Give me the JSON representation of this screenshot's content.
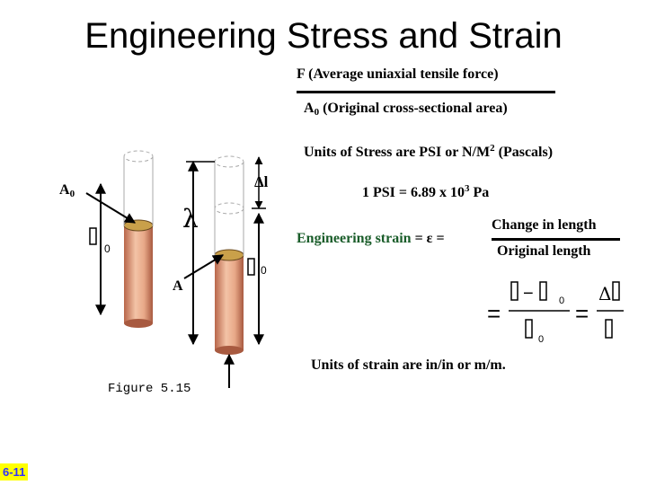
{
  "title": "Engineering Stress and Strain",
  "stress": {
    "numerator": "F (Average uniaxial tensile force)",
    "denominator_symbol": "A",
    "denominator_sub": "0",
    "denominator_text": " (Original cross-sectional area)",
    "units_text": "Units of Stress are PSI or N/M",
    "units_sup": "2",
    "units_suffix": " (Pascals)",
    "conversion_pre": "1 PSI = 6.89 x 10",
    "conversion_sup": "3",
    "conversion_post": " Pa"
  },
  "strain": {
    "label": "Engineering strain",
    "equals_symbol": " = ε = ",
    "numerator": "Change in length",
    "denominator": "Original  length",
    "units_text": "Units of strain are in/in or m/m."
  },
  "diagram": {
    "label_A0": "A",
    "label_A0_sub": "0",
    "label_delta_l": "Δl",
    "label_A": "A",
    "figure_caption": "Figure 5.15"
  },
  "slide_number": "6-11",
  "colors": {
    "rod_light": "#f3c3a6",
    "rod_dark": "#b8664a",
    "cap": "#c9a04a",
    "strain_label": "#1a5d2a",
    "badge_bg": "#ffff00",
    "badge_text": "#3030ff"
  }
}
